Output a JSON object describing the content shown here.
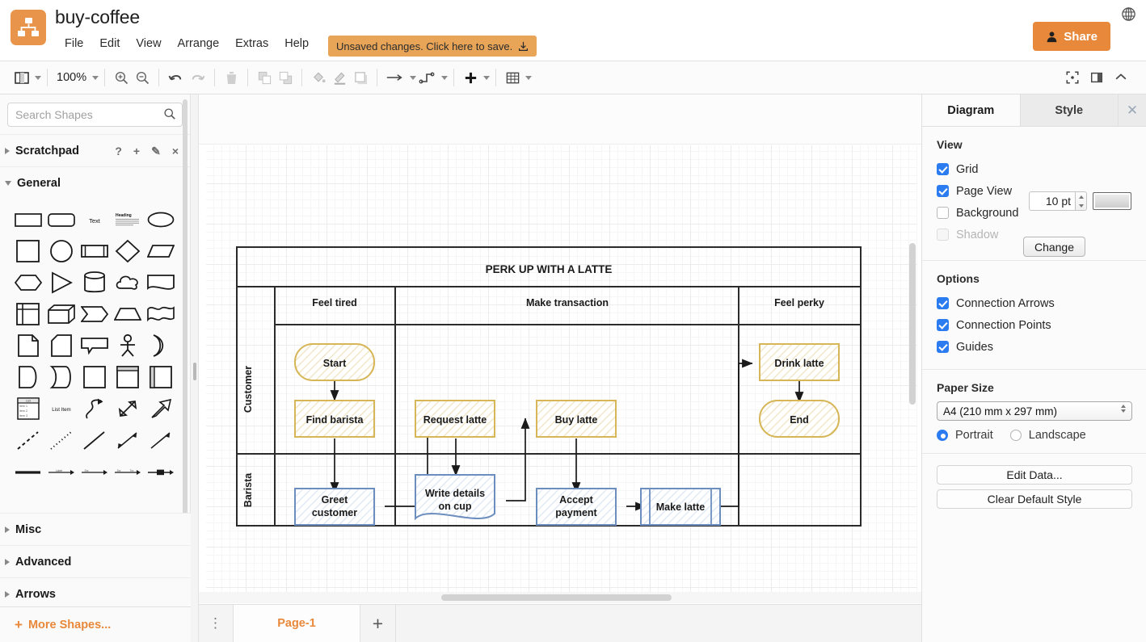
{
  "header": {
    "doc_title": "buy-coffee",
    "logo_icon": "drawio-logo-icon",
    "menus": [
      "File",
      "Edit",
      "View",
      "Arrange",
      "Extras",
      "Help"
    ],
    "unsaved_text": "Unsaved changes. Click here to save.",
    "unsaved_icon": "save-download-icon",
    "share_label": "Share",
    "share_icon": "person-icon",
    "share_color": "#e8883a",
    "globe_icon": "globe-icon"
  },
  "toolbar": {
    "view_layout_icon": "panel-layout-icon",
    "zoom_level": "100%",
    "zoom_in_icon": "zoom-in-icon",
    "zoom_out_icon": "zoom-out-icon",
    "undo_icon": "undo-icon",
    "redo_icon": "redo-icon",
    "delete_icon": "trash-icon",
    "to_front_icon": "bring-to-front-icon",
    "to_back_icon": "send-to-back-icon",
    "fill_icon": "fill-color-icon",
    "line_icon": "line-color-icon",
    "shadow_icon": "shadow-icon",
    "waypoints_icon": "straight-connector-icon",
    "connection_icon": "orthogonal-connector-icon",
    "insert_icon": "plus-insert-icon",
    "table_icon": "table-icon",
    "fullscreen_icon": "fullscreen-icon",
    "format_panel_icon": "toggle-format-panel-icon",
    "collapse_icon": "chevron-up-icon"
  },
  "shapes_panel": {
    "search_placeholder": "Search Shapes",
    "search_value": "",
    "search_icon": "search-icon",
    "scratchpad": {
      "label": "Scratchpad",
      "actions": [
        "?",
        "+",
        "✎",
        "×"
      ],
      "action_names": [
        "scratchpad-help",
        "scratchpad-add",
        "scratchpad-edit",
        "scratchpad-close"
      ]
    },
    "general_label": "General",
    "general_shapes": [
      "rectangle",
      "rounded-rectangle",
      "text",
      "textbox",
      "ellipse",
      "square",
      "circle",
      "process",
      "diamond",
      "parallelogram",
      "hexagon",
      "triangle",
      "cylinder",
      "cloud",
      "document",
      "internal-storage",
      "cube",
      "step",
      "trapezoid",
      "tape",
      "note",
      "card",
      "callout",
      "actor",
      "or",
      "data-storage",
      "delay",
      "container",
      "vertical-container",
      "horizontal-container",
      "list",
      "list-item",
      "curve",
      "bidirectional-arrow",
      "block-arrow",
      "dashed-line",
      "dotted-line",
      "line",
      "bidirectional-connector",
      "directional-connector",
      "link",
      "arrow-label-1",
      "arrow-label-2",
      "arrow-label-3",
      "arrow-box"
    ],
    "collapsed_sections": [
      "Misc",
      "Advanced",
      "Arrows"
    ],
    "more_shapes_label": "More Shapes...",
    "more_shapes_color": "#e8883a"
  },
  "canvas": {
    "page_tab": "Page-1",
    "add_page_icon": "plus-icon",
    "page_menu_icon": "vertical-dots-icon",
    "cursor_icon": "mouse-pointer-icon"
  },
  "diagram": {
    "title": "PERK UP WITH A LATTE",
    "phases": [
      "Feel tired",
      "Make transaction",
      "Feel perky"
    ],
    "lanes": [
      "Customer",
      "Barista"
    ],
    "colors": {
      "customer_fill": "#fdf6e3",
      "customer_stroke": "#d6b656",
      "barista_fill": "#eff5fb",
      "barista_stroke": "#6c8ebf"
    },
    "nodes": [
      {
        "id": "start",
        "label": "Start",
        "lane": "Customer",
        "phase": "Feel tired",
        "shape": "terminator"
      },
      {
        "id": "find",
        "label": "Find barista",
        "lane": "Customer",
        "phase": "Feel tired",
        "shape": "process"
      },
      {
        "id": "greet",
        "label": "Greet customer",
        "lane": "Barista",
        "phase": "Feel tired",
        "shape": "process"
      },
      {
        "id": "request",
        "label": "Request latte",
        "lane": "Customer",
        "phase": "Make transaction",
        "shape": "process"
      },
      {
        "id": "write",
        "label": "Write details on cup",
        "lane": "Barista",
        "phase": "Make transaction",
        "shape": "document"
      },
      {
        "id": "buy",
        "label": "Buy latte",
        "lane": "Customer",
        "phase": "Make transaction",
        "shape": "process"
      },
      {
        "id": "accept",
        "label": "Accept payment",
        "lane": "Barista",
        "phase": "Make transaction",
        "shape": "process"
      },
      {
        "id": "make",
        "label": "Make latte",
        "lane": "Barista",
        "phase": "Make transaction",
        "shape": "predefined-process"
      },
      {
        "id": "drink",
        "label": "Drink latte",
        "lane": "Customer",
        "phase": "Feel perky",
        "shape": "process"
      },
      {
        "id": "end",
        "label": "End",
        "lane": "Customer",
        "phase": "Feel perky",
        "shape": "terminator"
      }
    ],
    "edges": [
      [
        "start",
        "find"
      ],
      [
        "find",
        "greet"
      ],
      [
        "greet",
        "request"
      ],
      [
        "request",
        "write"
      ],
      [
        "write",
        "buy"
      ],
      [
        "buy",
        "accept"
      ],
      [
        "accept",
        "make"
      ],
      [
        "make",
        "drink"
      ],
      [
        "drink",
        "end"
      ]
    ]
  },
  "format_panel": {
    "tabs": [
      {
        "label": "Diagram",
        "active": true
      },
      {
        "label": "Style",
        "active": false
      }
    ],
    "close_icon": "close-icon",
    "view": {
      "title": "View",
      "grid": {
        "label": "Grid",
        "checked": true
      },
      "grid_size": "10 pt",
      "grid_color_swatch": "grid-color-swatch",
      "page_view": {
        "label": "Page View",
        "checked": true
      },
      "background": {
        "label": "Background",
        "checked": false
      },
      "change_label": "Change",
      "shadow": {
        "label": "Shadow",
        "checked": false,
        "disabled": true
      }
    },
    "options": {
      "title": "Options",
      "items": [
        {
          "label": "Connection Arrows",
          "checked": true
        },
        {
          "label": "Connection Points",
          "checked": true
        },
        {
          "label": "Guides",
          "checked": true
        }
      ]
    },
    "paper": {
      "title": "Paper Size",
      "selected": "A4 (210 mm x 297 mm)",
      "orientation": [
        {
          "label": "Portrait",
          "selected": true
        },
        {
          "label": "Landscape",
          "selected": false
        }
      ]
    },
    "actions": [
      {
        "label": "Edit Data...",
        "name": "edit-data-button"
      },
      {
        "label": "Clear Default Style",
        "name": "clear-default-style-button"
      }
    ]
  }
}
